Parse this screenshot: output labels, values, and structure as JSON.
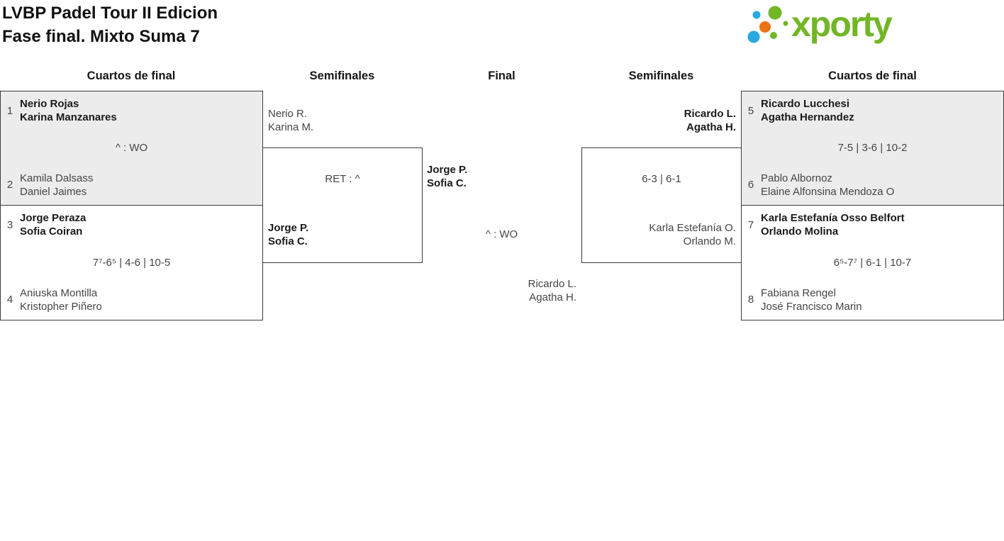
{
  "page": {
    "title_line1": "LVBP Padel Tour II Edicion",
    "title_line2": "Fase final. Mixto Suma 7"
  },
  "logo": {
    "text": "xporty"
  },
  "colors": {
    "logo_green": "#72b626",
    "logo_blue": "#2aa9e0",
    "logo_orange": "#ec7212",
    "box_grey": "#ececec",
    "box_border": "#3c3c3c"
  },
  "headers": {
    "qf_left": "Cuartos de final",
    "sf_left": "Semifinales",
    "final": "Final",
    "sf_right": "Semifinales",
    "qf_right": "Cuartos de final"
  },
  "bracket": {
    "qf_left": [
      {
        "seed_top": "1",
        "top": [
          "Nerio Rojas",
          "Karina Manzanares"
        ],
        "score": "^ : WO",
        "seed_bottom": "2",
        "bottom": [
          "Kamila Dalsass",
          "Daniel Jaimes"
        ]
      },
      {
        "seed_top": "3",
        "top": [
          "Jorge Peraza",
          "Sofia Coiran"
        ],
        "score": "7⁷-6⁵ | 4-6 | 10-5",
        "seed_bottom": "4",
        "bottom": [
          "Aniuska Montilla",
          "Kristopher Piñero"
        ]
      }
    ],
    "sf_left": {
      "top": [
        "Nerio R.",
        "Karina M."
      ],
      "score": "RET : ^",
      "bottom": [
        "Jorge P.",
        "Sofia C."
      ]
    },
    "final": {
      "top": [
        "Jorge P.",
        "Sofia C."
      ],
      "score": "^ : WO",
      "bottom": [
        "Ricardo L.",
        "Agatha H."
      ]
    },
    "sf_right": {
      "top": [
        "Ricardo L.",
        "Agatha H."
      ],
      "score": "6-3 | 6-1",
      "bottom": [
        "Karla Estefanía O.",
        "Orlando M."
      ]
    },
    "qf_right": [
      {
        "seed_top": "5",
        "top": [
          "Ricardo Lucchesi",
          "Agatha Hernandez"
        ],
        "score": "7-5 | 3-6 | 10-2",
        "seed_bottom": "6",
        "bottom": [
          "Pablo Albornoz",
          "Elaine Alfonsina Mendoza O"
        ]
      },
      {
        "seed_top": "7",
        "top": [
          "Karla Estefanía Osso Belfort",
          "Orlando Molina"
        ],
        "score": "6⁵-7⁷ | 6-1 | 10-7",
        "seed_bottom": "8",
        "bottom": [
          "Fabiana Rengel",
          "José Francisco Marin"
        ]
      }
    ]
  }
}
